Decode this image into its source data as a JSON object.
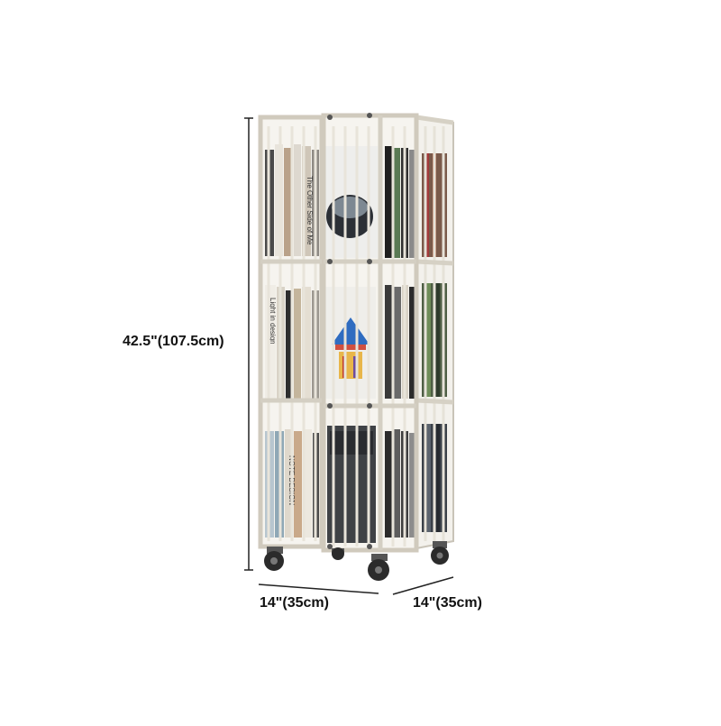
{
  "dimensions": {
    "height": "42.5\"(107.5cm)",
    "width": "14\"(35cm)",
    "depth": "14\"(35cm)"
  },
  "book_spines": [
    "The Other Side of Me",
    "Light in design",
    "NOTE DESIGN"
  ],
  "colors": {
    "frame": "#ece8df",
    "frame_edge": "#c9c4b8",
    "dimension_line": "#222222",
    "wheel": "#2b2b2b"
  }
}
